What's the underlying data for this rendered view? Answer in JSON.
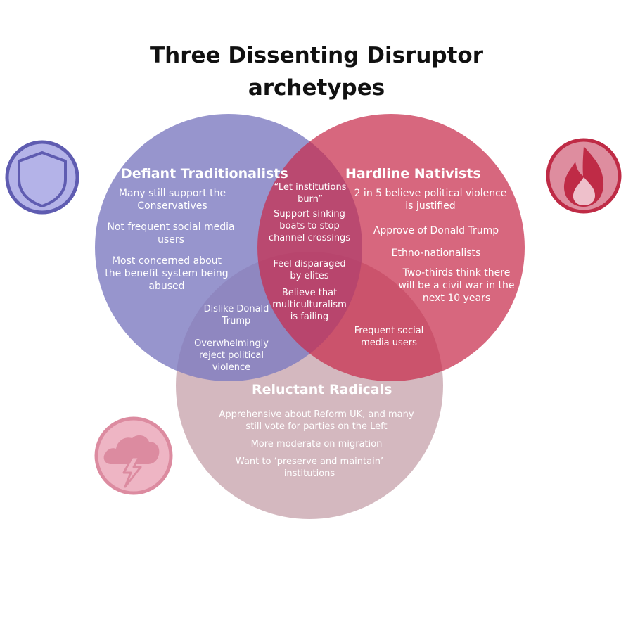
{
  "title_line1": "Three Dissenting Disruptor",
  "title_line2": "archetypes",
  "colors": {
    "traditionalists": "#7d7bc0",
    "nativists": "#c82c4c",
    "radicals": "#b98c98",
    "shield_fill": "#b4b3e8",
    "shield_stroke": "#5f5cb1",
    "fire_fill": "#de8d9f",
    "fire_stroke": "#bf2b46",
    "storm_fill": "#eeb5c4",
    "storm_stroke": "#dc8ba0"
  },
  "icons": [
    "shield-icon",
    "fire-icon",
    "storm-icon"
  ],
  "traditionalists": {
    "title": "Defiant Traditionalists",
    "p1": "Many still support the Conservatives",
    "p2": "Not frequent social media users",
    "p3": "Most concerned about the benefit system being abused"
  },
  "nativists": {
    "title": "Hardline Nativists",
    "p1": "2 in 5 believe political violence is justified",
    "p2": "Approve of Donald Trump",
    "p3": "Ethno-nationalists",
    "p4": "Two-thirds think there will be a civil war in the next 10 years"
  },
  "radicals": {
    "title": "Reluctant Radicals",
    "p1": "Apprehensive about Reform UK, and many still vote for parties on the Left",
    "p2": "More moderate on migration",
    "p3": "Want to ‘preserve and maintain’ institutions"
  },
  "overlap_trad_nat": {
    "p1": "“Let institutions burn”",
    "p2": "Support sinking boats to stop channel crossings"
  },
  "overlap_trad_rad": {
    "p1": "Dislike Donald Trump",
    "p2": "Overwhelmingly reject political violence"
  },
  "overlap_nat_rad": {
    "p1": "Frequent social media users"
  },
  "overlap_all": {
    "p1": "Feel disparaged by elites",
    "p2": "Believe that multiculturalism is failing"
  }
}
